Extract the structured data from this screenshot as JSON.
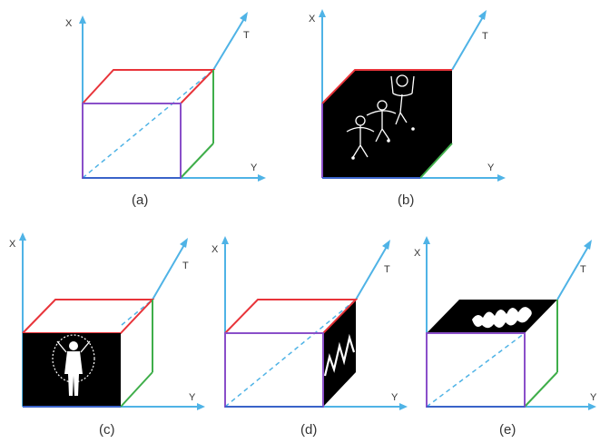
{
  "axis_labels": {
    "x": "X",
    "y": "Y",
    "t": "T"
  },
  "captions": [
    "(a)",
    "(b)",
    "(c)",
    "(d)",
    "(e)"
  ],
  "colors": {
    "axis": "#4fb3e6",
    "top_edge": "#e8343a",
    "front_edge": "#8a4fc9",
    "side_edge": "#3fae4a",
    "bottom_edge": "#3a63c9",
    "text": "#333333"
  }
}
